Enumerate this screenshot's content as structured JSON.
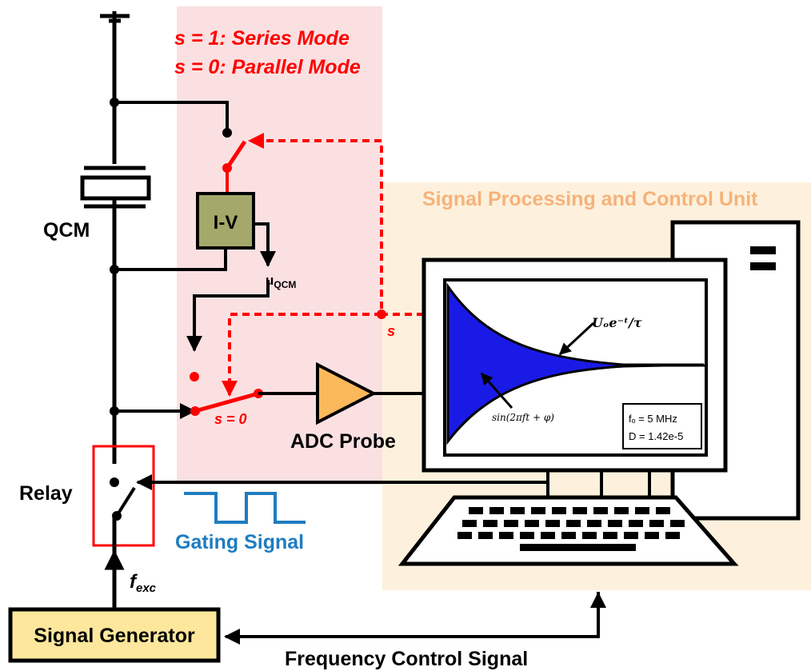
{
  "mode": {
    "series": "s = 1: Series Mode",
    "parallel": "s = 0: Parallel Mode"
  },
  "labels": {
    "qcm": "QCM",
    "iv": "I-V",
    "u_main": "u",
    "u_sub": "QCM",
    "s_label": "s",
    "s0_label": "s = 0",
    "adc": "ADC Probe",
    "relay": "Relay",
    "gating": "Gating Signal",
    "f_main": "f",
    "f_sub": "exc",
    "signal_generator": "Signal Generator",
    "freq_control": "Frequency Control Signal",
    "spcu": "Signal Processing and Control Unit"
  },
  "screen": {
    "envelope_formula": "Uₒe⁻ᵗ/τ",
    "sine_formula": "sin(2πft + φ)",
    "param_f0": "fₒ = 5 MHz",
    "param_d": "D = 1.42e-5"
  },
  "colors": {
    "mode_red": "#ff0000",
    "pink_region": "#fbe0e2",
    "spcu_region": "#fdf1dd",
    "spcu_text": "#f6b27a",
    "iv_fill": "#a4a86a",
    "signal_gen_fill": "#fde79c",
    "amp_fill": "#fbb95c",
    "gating_blue": "#1f7cc0",
    "decay_blue": "#1a1ae6"
  }
}
